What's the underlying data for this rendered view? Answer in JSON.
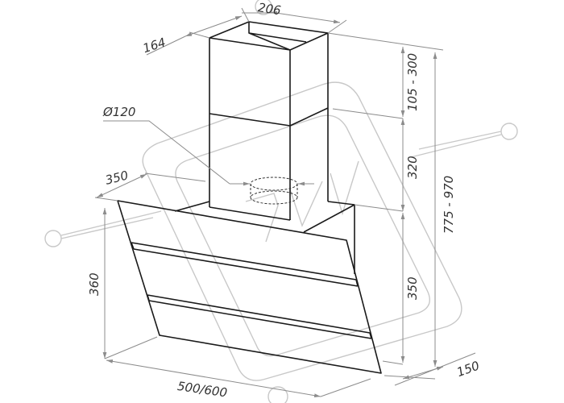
{
  "dimensions": {
    "chimney_width": "206",
    "chimney_depth": "164",
    "duct_diameter": "Ø120",
    "base_depth": "350",
    "upper_chimney_range": "105 - 300",
    "lower_chimney": "320",
    "body_height": "350",
    "total_height_range": "775 - 970",
    "glass_height": "360",
    "width_options": "500/600",
    "bottom_depth": "150"
  }
}
